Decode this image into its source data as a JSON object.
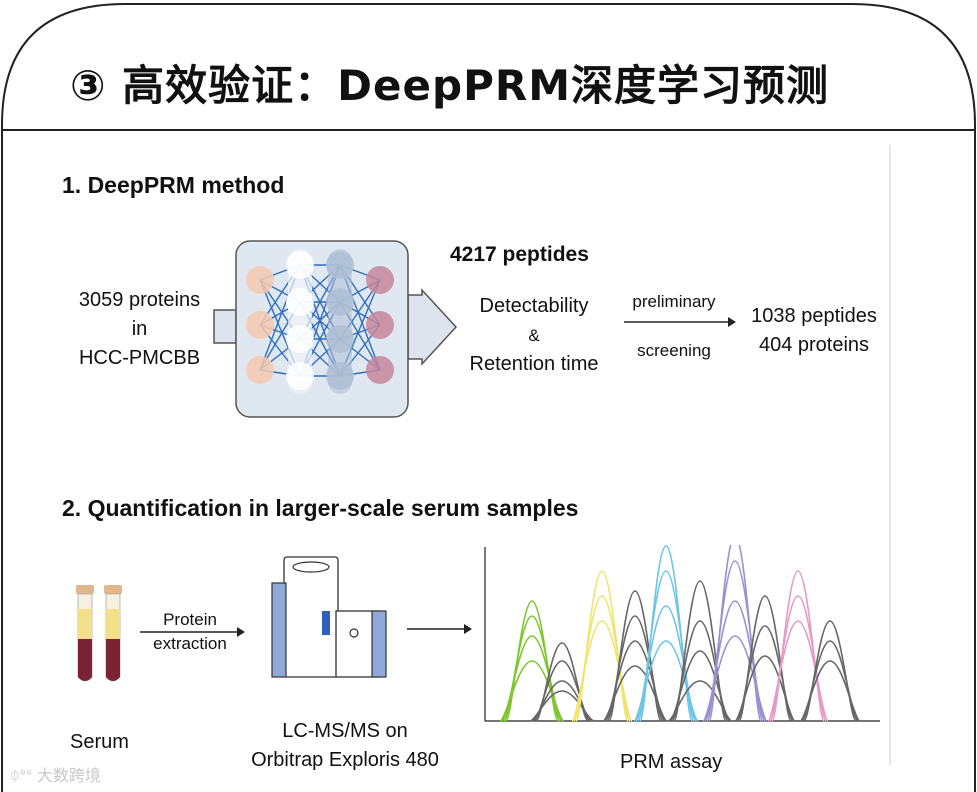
{
  "slide_title": "③ 高效验证：DeepPRM深度学习预测",
  "section1": {
    "heading": "1. DeepPRM method",
    "input": {
      "line1": "3059 proteins",
      "line2": "in",
      "line3": "HCC-PMCBB"
    },
    "output_count": "4217 peptides",
    "properties": {
      "line1": "Detectability",
      "line2": "&",
      "line3": "Retention time"
    },
    "arrow_top": "preliminary",
    "arrow_bottom": "screening",
    "result": {
      "line1": "1038 peptides",
      "line2": "404 proteins"
    }
  },
  "section2": {
    "heading": "2. Quantification in larger-scale serum samples",
    "serum_label": "Serum",
    "arrow_top": "Protein",
    "arrow_bottom": "extraction",
    "instrument": {
      "line1": "LC-MS/MS on",
      "line2": "Orbitrap Exploris 480"
    },
    "assay_label": "PRM assay"
  },
  "watermark": "大数跨境",
  "colors": {
    "node_orange": "#f6c9b0",
    "node_white": "#ffffff",
    "node_blue": "#aebfd4",
    "node_maroon": "#c7869a",
    "network_lines": "#2f6fbe",
    "tube_blood": "#7b2233",
    "tube_plasma": "#f2df8a",
    "instrument_blue": "#8fa9d8",
    "peak_green": "#7ec62f",
    "peak_yellow": "#f0e46a",
    "peak_cyan": "#6cc5e6",
    "peak_purple": "#9c8fd0",
    "peak_pink": "#e79ac4",
    "peak_gray": "#666666"
  }
}
